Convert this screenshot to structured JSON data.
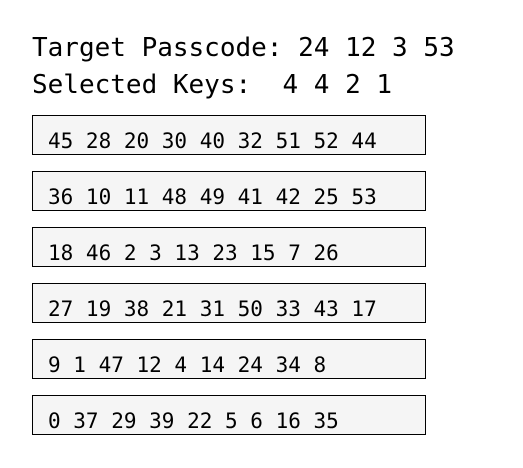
{
  "header": {
    "target_label": "Target Passcode:",
    "target_value": "24 12 3 53",
    "selected_label": "Selected Keys:",
    "selected_value": "4 4 2 1"
  },
  "key_rows": [
    {
      "text": "45 28 20 30 40 32 51 52 44"
    },
    {
      "text": "36 10 11 48 49 41 42 25 53"
    },
    {
      "text": "18 46 2 3 13 23 15 7 26"
    },
    {
      "text": "27 19 38 21 31 50 33 43 17"
    },
    {
      "text": "9 1 47 12 4 14 24 34 8"
    },
    {
      "text": "0 37 29 39 22 5 6 16 35"
    }
  ]
}
